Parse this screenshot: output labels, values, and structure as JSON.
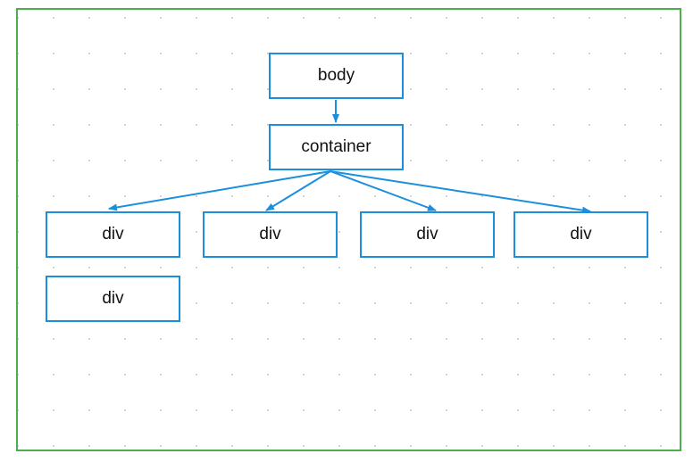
{
  "diagram": {
    "nodes": {
      "body": {
        "label": "body"
      },
      "container": {
        "label": "container"
      },
      "div_1": {
        "label": "div"
      },
      "div_2": {
        "label": "div"
      },
      "div_3": {
        "label": "div"
      },
      "div_4": {
        "label": "div"
      },
      "div_5": {
        "label": "div"
      }
    },
    "edges": [
      {
        "from": "body",
        "to": "container"
      },
      {
        "from": "container",
        "to": "div_1"
      },
      {
        "from": "container",
        "to": "div_2"
      },
      {
        "from": "container",
        "to": "div_3"
      },
      {
        "from": "container",
        "to": "div_4"
      }
    ]
  },
  "colors": {
    "frame": "#4cae4f",
    "node_border": "#1b8fdc",
    "edge": "#1b8fdc",
    "grid_dot": "#c9c9c9"
  }
}
